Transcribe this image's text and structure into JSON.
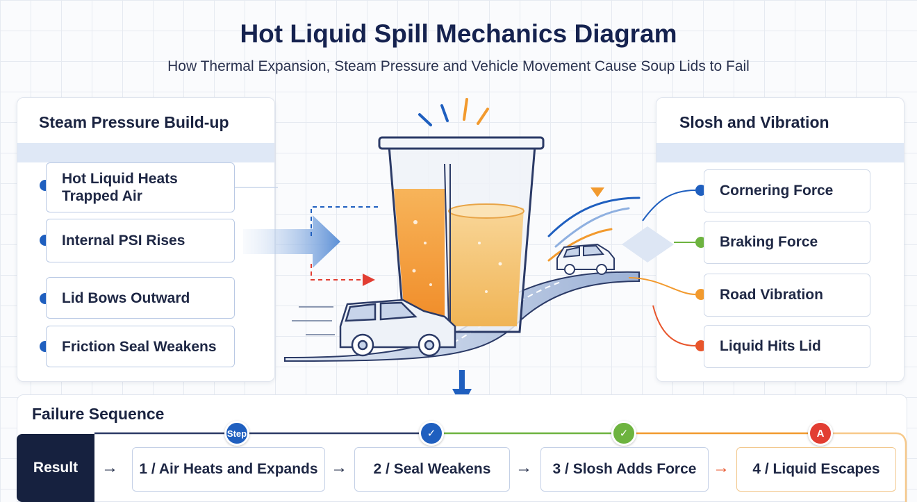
{
  "header": {
    "title": "Hot Liquid Spill Mechanics Diagram",
    "subtitle": "How Thermal Expansion, Steam Pressure and Vehicle Movement Cause Soup Lids to Fail"
  },
  "left_panel": {
    "title": "Steam Pressure Build-up",
    "items": [
      {
        "label_line1": "Hot Liquid Heats",
        "label_line2": "Trapped Air",
        "dot_color": "#1f5fbf"
      },
      {
        "label_line1": "Internal PSI Rises",
        "label_line2": "",
        "dot_color": "#1f5fbf"
      },
      {
        "label_line1": "Lid Bows Outward",
        "label_line2": "",
        "dot_color": "#1f5fbf"
      },
      {
        "label_line1": "Friction Seal Weakens",
        "label_line2": "",
        "dot_color": "#1f5fbf"
      }
    ]
  },
  "right_panel": {
    "title": "Slosh and Vibration",
    "items": [
      {
        "label": "Cornering Force",
        "dot_color": "#1f5fbf"
      },
      {
        "label": "Braking Force",
        "dot_color": "#6db33f"
      },
      {
        "label": "Road Vibration",
        "dot_color": "#f29a2e"
      },
      {
        "label": "Liquid Hits Lid",
        "dot_color": "#e8552b"
      }
    ]
  },
  "sequence": {
    "title": "Failure Sequence",
    "result_label": "Result",
    "arrow_glyph": "→",
    "badges": [
      {
        "label": "Step",
        "color": "#1f5fbf"
      },
      {
        "label": "✓",
        "color": "#1f5fbf"
      },
      {
        "label": "✓",
        "color": "#6db33f"
      },
      {
        "label": "A",
        "color": "#e23d32"
      }
    ],
    "steps": [
      {
        "label": "1 / Air Heats and Expands"
      },
      {
        "label": "2 / Seal Weakens"
      },
      {
        "label": "3 / Slosh Adds Force"
      },
      {
        "label": "4 / Liquid Escapes"
      }
    ]
  },
  "colors": {
    "navy": "#16213f",
    "blue": "#1f5fbf",
    "green": "#6db33f",
    "orange": "#f29a2e",
    "red": "#e23d32"
  }
}
